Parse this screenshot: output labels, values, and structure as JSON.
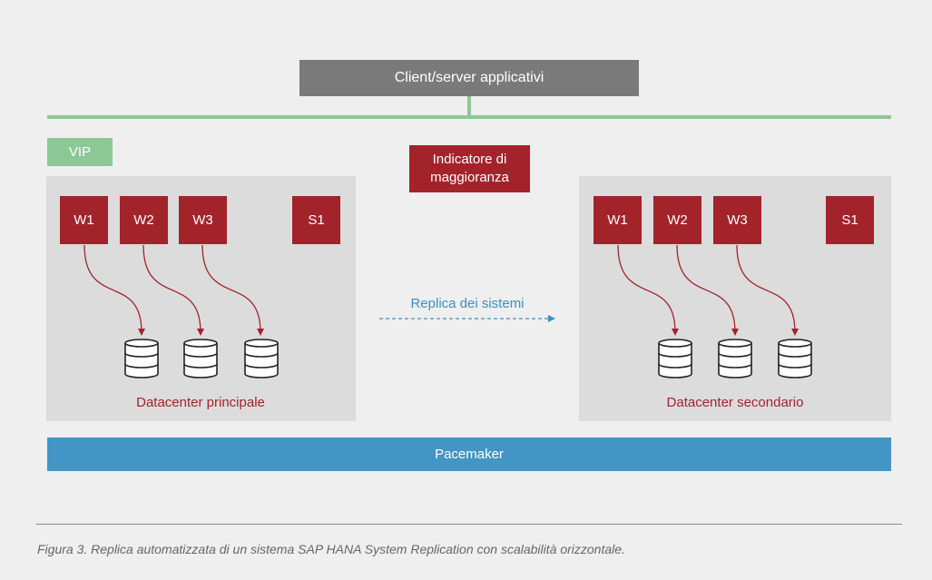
{
  "client_bar": {
    "label": "Client/server applicativi"
  },
  "vip": {
    "label": "VIP"
  },
  "majority_maker": {
    "line1": "Indicatore di",
    "line2": "maggioranza"
  },
  "replication": {
    "label": "Replica dei sistemi"
  },
  "datacenters": [
    {
      "name": "Datacenter principale",
      "nodes": [
        "W1",
        "W2",
        "W3",
        "S1"
      ]
    },
    {
      "name": "Datacenter secondario",
      "nodes": [
        "W1",
        "W2",
        "W3",
        "S1"
      ]
    }
  ],
  "pacemaker": {
    "label": "Pacemaker"
  },
  "caption": "Figura 3. Replica automatizzata di un sistema SAP HANA System Replication con scalabilità orizzontale.",
  "colors": {
    "node_red": "#a3232b",
    "network_green": "#8cc896",
    "pacemaker_blue": "#4395c4",
    "client_gray": "#7a7a7a"
  }
}
